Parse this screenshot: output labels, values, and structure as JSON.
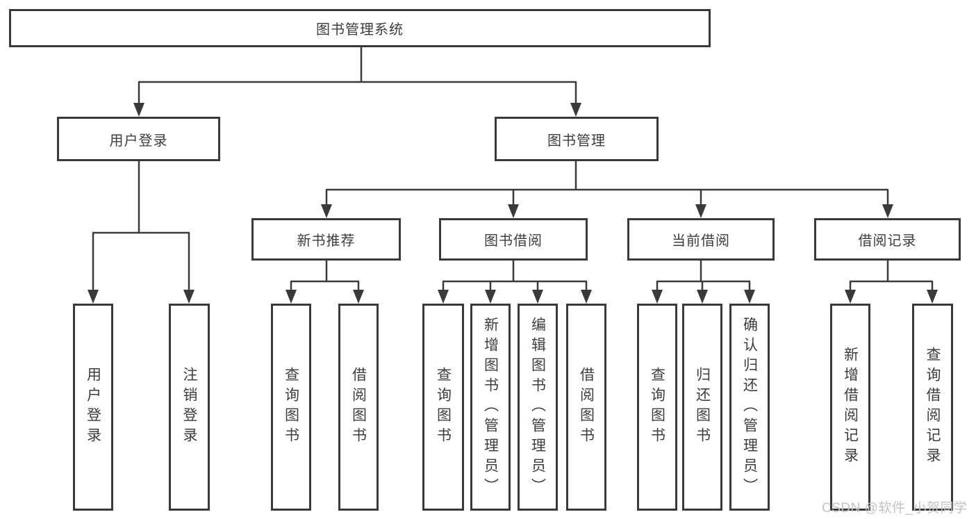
{
  "diagram": {
    "nodes": {
      "root": "图书管理系统",
      "user_login": "用户登录",
      "book_mgmt": "图书管理",
      "new_book_rec": "新书推荐",
      "book_borrow": "图书借阅",
      "current_borrow": "当前借阅",
      "borrow_records": "借阅记录",
      "login": "用户登录",
      "logout": "注销登录",
      "rec_query": "查询图书",
      "rec_borrow": "借阅图书",
      "bb_query": "查询图书",
      "bb_add": "新增图书（管理员）",
      "bb_edit": "编辑图书（管理员）",
      "bb_borrow": "借阅图书",
      "cb_query": "查询图书",
      "cb_return": "归还图书",
      "cb_confirm": "确认归还（管理员）",
      "br_add": "新增借阅记录",
      "br_query": "查询借阅记录"
    },
    "edges": [
      [
        "root",
        "user_login"
      ],
      [
        "root",
        "book_mgmt"
      ],
      [
        "user_login",
        "login"
      ],
      [
        "user_login",
        "logout"
      ],
      [
        "book_mgmt",
        "new_book_rec"
      ],
      [
        "book_mgmt",
        "book_borrow"
      ],
      [
        "book_mgmt",
        "current_borrow"
      ],
      [
        "book_mgmt",
        "borrow_records"
      ],
      [
        "new_book_rec",
        "rec_query"
      ],
      [
        "new_book_rec",
        "rec_borrow"
      ],
      [
        "book_borrow",
        "bb_query"
      ],
      [
        "book_borrow",
        "bb_add"
      ],
      [
        "book_borrow",
        "bb_edit"
      ],
      [
        "book_borrow",
        "bb_borrow"
      ],
      [
        "current_borrow",
        "cb_query"
      ],
      [
        "current_borrow",
        "cb_return"
      ],
      [
        "current_borrow",
        "cb_confirm"
      ],
      [
        "borrow_records",
        "br_add"
      ],
      [
        "borrow_records",
        "br_query"
      ]
    ],
    "colors": {
      "line": "#3a3a3a",
      "text": "#3d3d3d",
      "box_background": "#ffffff",
      "watermark": "#c3c3c3"
    }
  },
  "watermark": "CSDN @软件_小贺同学"
}
